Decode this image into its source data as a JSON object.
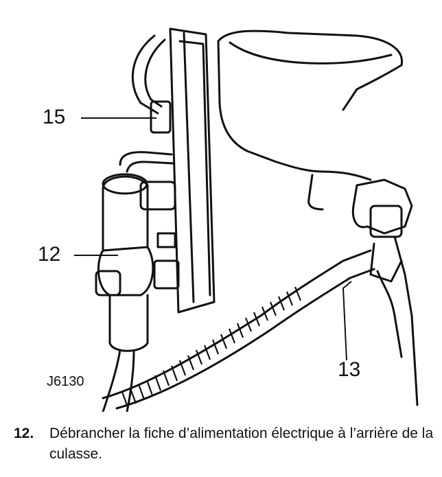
{
  "figure": {
    "id": "J6130",
    "callouts": {
      "c15": "15",
      "c12": "12",
      "c13": "13"
    }
  },
  "step": {
    "number": "12.",
    "text": "Débrancher la fiche d’alimentation électrique à l’arrière de la culasse."
  }
}
